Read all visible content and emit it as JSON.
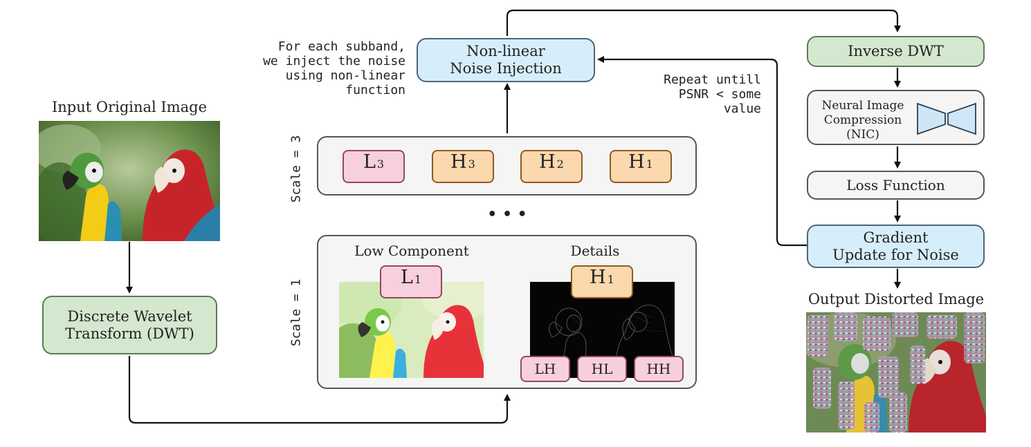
{
  "input_title": "Input Original Image",
  "output_title": "Output Distorted Image",
  "dwt": {
    "line1": "Discrete Wavelet",
    "line2": "Transform (DWT)"
  },
  "nonlinear": {
    "line1": "Non-linear",
    "line2": "Noise Injection"
  },
  "note_subband": [
    "For each subband,",
    "we inject the noise",
    "using non-linear",
    "function"
  ],
  "note_repeat": [
    "Repeat untill",
    "PSNR < some",
    "value"
  ],
  "scale3_label": "Scale = 3",
  "scale1_label": "Scale = 1",
  "scale3_bands": [
    {
      "letter": "L",
      "index": "3"
    },
    {
      "letter": "H",
      "index": "3"
    },
    {
      "letter": "H",
      "index": "2"
    },
    {
      "letter": "H",
      "index": "1"
    }
  ],
  "ellipsis": "• • •",
  "low_component": "Low Component",
  "details": "Details",
  "l1": {
    "letter": "L",
    "index": "1"
  },
  "h1": {
    "letter": "H",
    "index": "1"
  },
  "detail_bands": [
    "LH",
    "HL",
    "HH"
  ],
  "inverse_dwt": "Inverse DWT",
  "nic": {
    "line1": "Neural Image",
    "line2": "Compression",
    "line3": "(NIC)"
  },
  "loss": "Loss Function",
  "gradient": {
    "line1": "Gradient",
    "line2": "Update for Noise"
  },
  "colors": {
    "green": "#d3e8cf",
    "blue": "#d6eefa",
    "pink": "#f8cfdc",
    "orange": "#fbd8ad",
    "panel": "#f4f5f4"
  }
}
